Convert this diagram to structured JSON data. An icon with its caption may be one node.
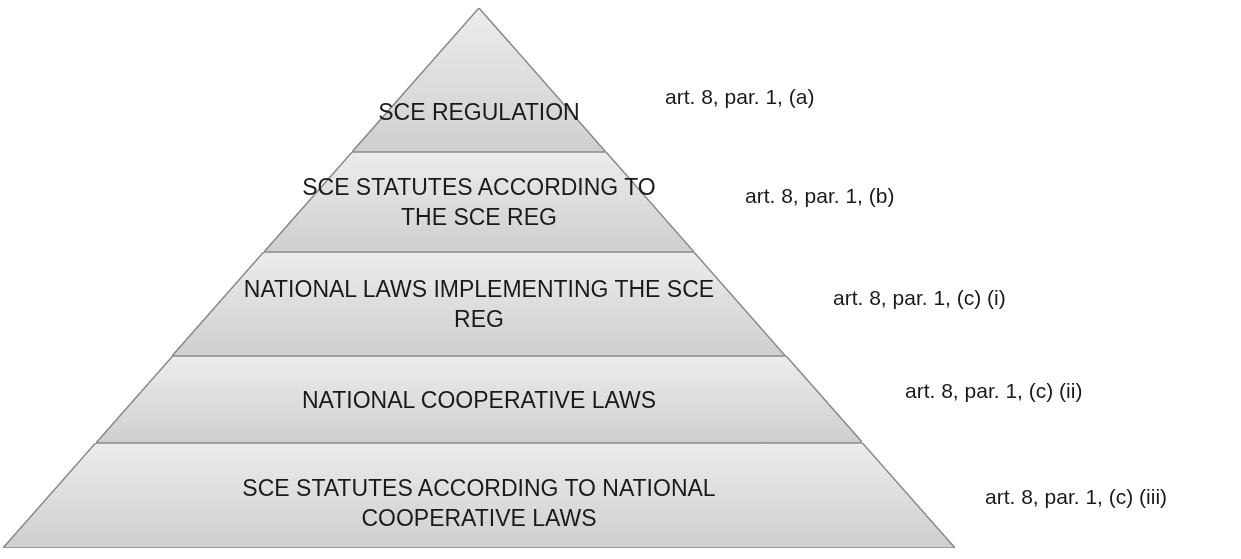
{
  "diagram": {
    "nodes": [
      {
        "text": [
          "SCE REGULATION"
        ],
        "beside": [
          "art. 8, par. 1, (a)"
        ]
      },
      {
        "text": [
          "SCE STATUTES ACCORDING TO THE SCE REG"
        ],
        "beside": [
          "art. 8, par. 1, (b)"
        ]
      },
      {
        "text": [
          "NATIONAL LAWS IMPLEMENTING THE SCE REG"
        ],
        "beside": [
          "art. 8, par. 1, (c) (i)"
        ]
      },
      {
        "text": [
          "NATIONAL COOPERATIVE LAWS"
        ],
        "beside": [
          "art. 8, par. 1, (c) (ii)"
        ]
      },
      {
        "text": [
          "SCE STATUTES ACCORDING TO NATIONAL COOPERATIVE LAWS"
        ],
        "beside": [
          "art. 8, par. 1, (c) (iii)"
        ]
      }
    ]
  }
}
